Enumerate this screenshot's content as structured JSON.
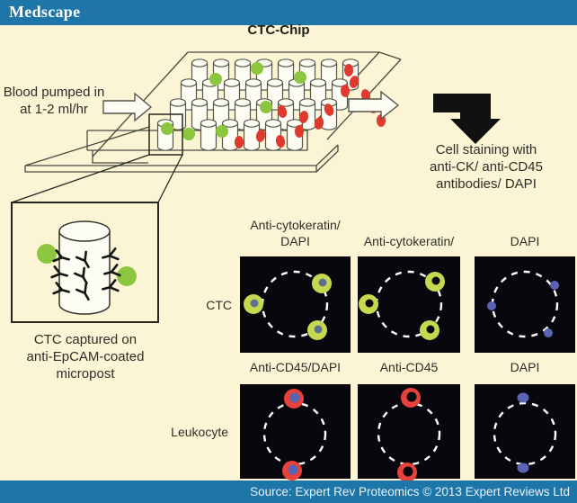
{
  "header": {
    "brand": "Medscape"
  },
  "diagram": {
    "title": "CTC-Chip",
    "blood_label": "Blood pumped in\nat 1-2 ml/hr",
    "staining_label": "Cell staining with\nanti-CK/ anti-CD45\nantibodies/ DAPI",
    "captured_label": "CTC captured on\nanti-EpCAM-coated\nmicropost"
  },
  "panels": {
    "rows": [
      {
        "row_label": "CTC",
        "columns": [
          "Anti-cytokeratin/\nDAPI",
          "Anti-cytokeratin/",
          "DAPI"
        ]
      },
      {
        "row_label": "Leukocyte",
        "columns": [
          "Anti-CD45/DAPI",
          "Anti-CD45",
          "DAPI"
        ]
      }
    ]
  },
  "footer": {
    "source": "Source: Expert Rev Proteomics © 2013 Expert Reviews Ltd"
  },
  "colors": {
    "bar_blue": "#1D75A8",
    "cream": "#FBF5D6",
    "line": "#4a4a40",
    "cell_green": "#8CC63E",
    "cell_red": "#E03A2E",
    "panel_bg": "#07070D",
    "panel_green": "#C6D94E",
    "panel_red": "#E8403A",
    "dapi_blue": "#5A64B4",
    "nucleus_gray": "#5C7190",
    "post_fill": "#FDFDF4"
  }
}
